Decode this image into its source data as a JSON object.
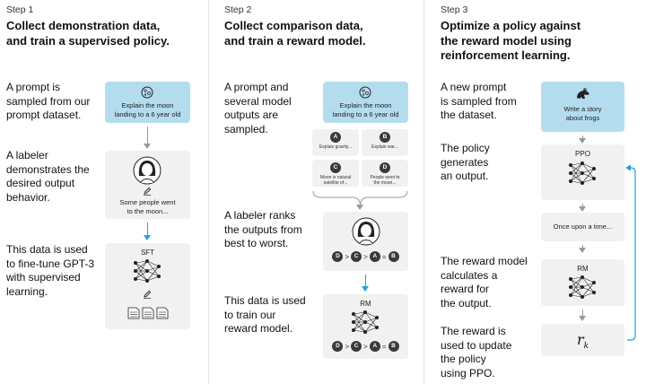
{
  "steps": [
    {
      "label": "Step 1",
      "title_line1": "Collect demonstration data,",
      "title_line2": "and train a supervised policy.",
      "descriptions": [
        [
          "A prompt is",
          "sampled from our",
          "prompt dataset."
        ],
        [
          "A labeler",
          "demonstrates the",
          "desired output",
          "behavior."
        ],
        [
          "This data is used",
          "to fine-tune GPT-3",
          "with supervised",
          "learning."
        ]
      ],
      "prompt_box": [
        "Explain the moon",
        "landing to a 6 year old"
      ],
      "labeler_box": [
        "Some people went",
        "to the moon..."
      ],
      "model_label": "SFT"
    },
    {
      "label": "Step 2",
      "title_line1": "Collect comparison data,",
      "title_line2": "and train a reward model.",
      "descriptions": [
        [
          "A prompt and",
          "several model",
          "outputs are",
          "sampled."
        ],
        [
          "A labeler ranks",
          "the outputs from",
          "best to worst."
        ],
        [
          "This data is used",
          "to train our",
          "reward model."
        ]
      ],
      "prompt_box": [
        "Explain the moon",
        "landing to a 6 year old"
      ],
      "outputs": [
        {
          "letter": "A",
          "text": [
            "Explain gravity..."
          ]
        },
        {
          "letter": "B",
          "text": [
            "Explain war..."
          ]
        },
        {
          "letter": "C",
          "text": [
            "Moon is natural",
            "satellite of..."
          ]
        },
        {
          "letter": "D",
          "text": [
            "People went to",
            "the moon..."
          ]
        }
      ],
      "ranking": [
        "D",
        ">",
        "C",
        ">",
        "A",
        "=",
        "B"
      ],
      "model_label": "RM"
    },
    {
      "label": "Step 3",
      "title_line1": "Optimize a policy against",
      "title_line2": "the reward model using",
      "title_line3": "reinforcement learning.",
      "descriptions": [
        [
          "A new prompt",
          "is sampled from",
          "the dataset."
        ],
        [
          "The policy",
          "generates",
          "an output."
        ],
        [
          "The reward model",
          "calculates a",
          "reward for",
          "the output."
        ],
        [
          "The reward is",
          "used to update",
          "the policy",
          "using PPO."
        ]
      ],
      "prompt_box": [
        "Write a story",
        "about frogs"
      ],
      "policy_label": "PPO",
      "output_text": "Once upon a time...",
      "rm_label": "RM",
      "reward_symbol": "r",
      "reward_subscript": "k"
    }
  ],
  "colors": {
    "accent_blue": "#1ba2e6",
    "prompt_box": "#b4dcef",
    "card_bg": "#f1f1f1"
  }
}
